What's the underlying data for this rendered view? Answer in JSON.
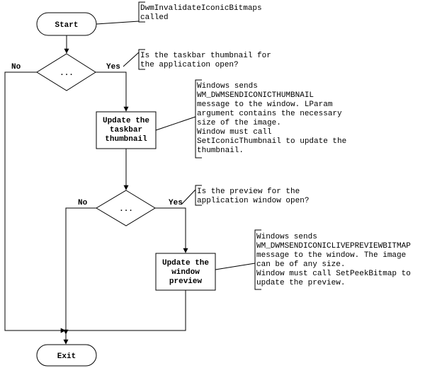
{
  "nodes": {
    "start": "Start",
    "decision1": "...",
    "update_thumbnail": [
      "Update the",
      "taskbar",
      "thumbnail"
    ],
    "decision2": "...",
    "update_preview": [
      "Update the",
      "window",
      "preview"
    ],
    "exit": "Exit"
  },
  "edge_labels": {
    "d1_no": "No",
    "d1_yes": "Yes",
    "d2_no": "No",
    "d2_yes": "Yes"
  },
  "annotations": {
    "start_note": [
      "DwmInvalidateIconicBitmaps",
      "called"
    ],
    "decision1_note": [
      "Is the taskbar thumbnail for",
      "the application open?"
    ],
    "thumbnail_note": [
      "Windows sends",
      "WM_DWMSENDICONICTHUMBNAIL",
      "message to the window. LParam",
      "argument contains the necessary",
      "size of the image.",
      "Window must call",
      "SetIconicThumbnail to update the",
      "thumbnail."
    ],
    "decision2_note": [
      "Is the preview for the",
      "application window open?"
    ],
    "preview_note": [
      "Windows sends",
      "WM_DWMSENDICONICLIVEPREVIEWBITMAP",
      "message to the window. The image",
      "can be of any size.",
      "Window must call SetPeekBitmap to",
      "update the preview."
    ]
  }
}
